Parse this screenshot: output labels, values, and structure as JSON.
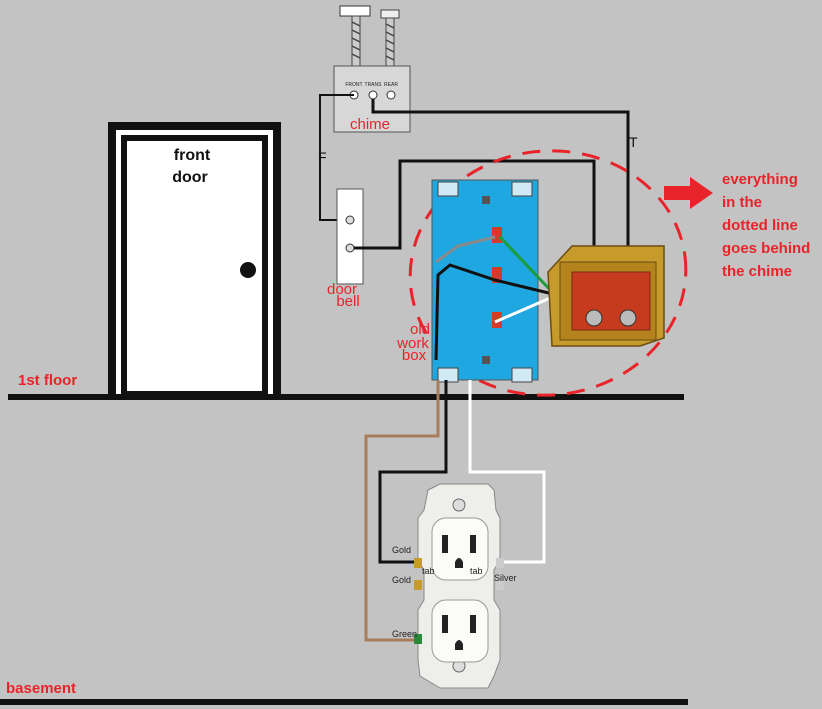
{
  "labels": {
    "door_line1": "front",
    "door_line2": "door",
    "chime": "chime",
    "chime_terminals": [
      "FRONT",
      "TRANS",
      "REAR"
    ],
    "wire_f": "F",
    "wire_t": "T",
    "doorbell_line1": "door",
    "doorbell_line2": "bell",
    "box_line1": "old",
    "box_line2": "work",
    "box_line3": "box",
    "floor1": "1st floor",
    "basement": "basement",
    "note_line1": "everything",
    "note_line2": "in the",
    "note_line3": "dotted line",
    "note_line4": "goes behind",
    "note_line5": "the chime",
    "gold_top": "Gold",
    "tab_left": "tab",
    "tab_right": "tab",
    "silver": "Silver",
    "gold_bottom": "Gold",
    "green": "Green"
  },
  "colors": {
    "background": "#c3c3c3",
    "annotation_red": "#e8242a",
    "junction_box_blue": "#1ea7e0",
    "wire_black": "#111111",
    "wire_white": "#ffffff",
    "wire_ground_green": "#1c9c3c",
    "wire_brown": "#a87c5a",
    "wire_gray": "#8a8a8a",
    "transformer_gold": "#c79a2c"
  }
}
